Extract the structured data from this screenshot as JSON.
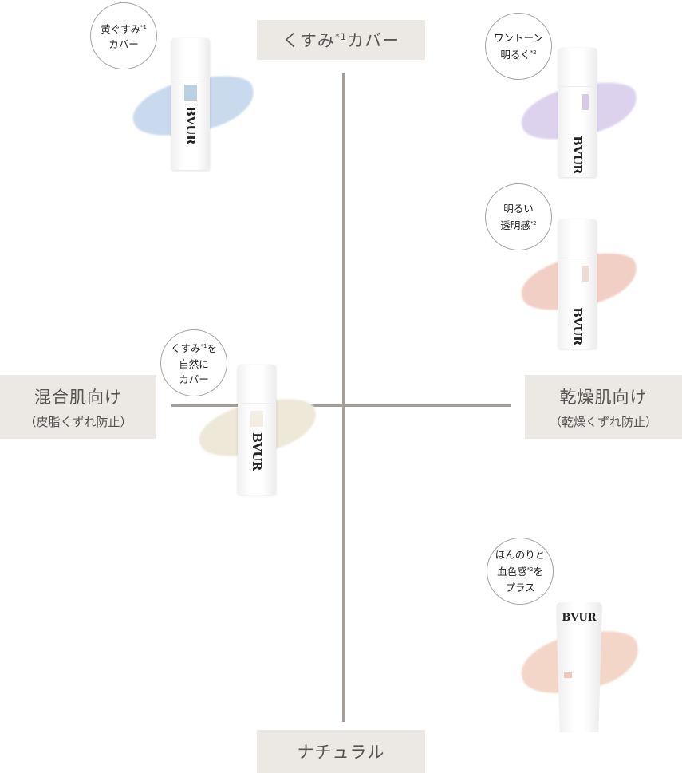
{
  "axes": {
    "top": {
      "label": "くすみ",
      "sup": "*1",
      "label_after": "カバー"
    },
    "bottom": {
      "label": "ナチュラル"
    },
    "left": {
      "label": "混合肌向け",
      "sub": "（皮脂くずれ防止）"
    },
    "right": {
      "label": "乾燥肌向け",
      "sub": "（乾燥くずれ防止）"
    }
  },
  "products": [
    {
      "lines": [
        "黄ぐすみ",
        "カバー"
      ],
      "sup": "*1",
      "brand": "BVUR",
      "color": "#bcd0e4",
      "smear": "#c9d9ee"
    },
    {
      "lines": [
        "ワントーン",
        "明るく"
      ],
      "sup": "*2",
      "brand": "BVUR",
      "color": "#d6c8e6",
      "smear": "#dcd2ee"
    },
    {
      "lines": [
        "明るい",
        "透明感"
      ],
      "sup": "*2",
      "brand": "BVUR",
      "color": "#f1dad2",
      "smear": "#f1cfc5"
    },
    {
      "lines": [
        "くすみ",
        "自然に",
        "カバー"
      ],
      "sup": "*1",
      "line1_after": "を",
      "brand": "BVUR",
      "color": "#f3ede4",
      "smear": "#eee8d8"
    },
    {
      "lines": [
        "ほんのりと",
        "血色感",
        "プラス"
      ],
      "sup": "*2",
      "line2_after": "を",
      "brand": "BVUR",
      "color": "#f0c8b8",
      "smear": "#f3d6c8"
    }
  ],
  "colors": {
    "axis": "#a59d97",
    "label_bg": "#ece9e5"
  }
}
